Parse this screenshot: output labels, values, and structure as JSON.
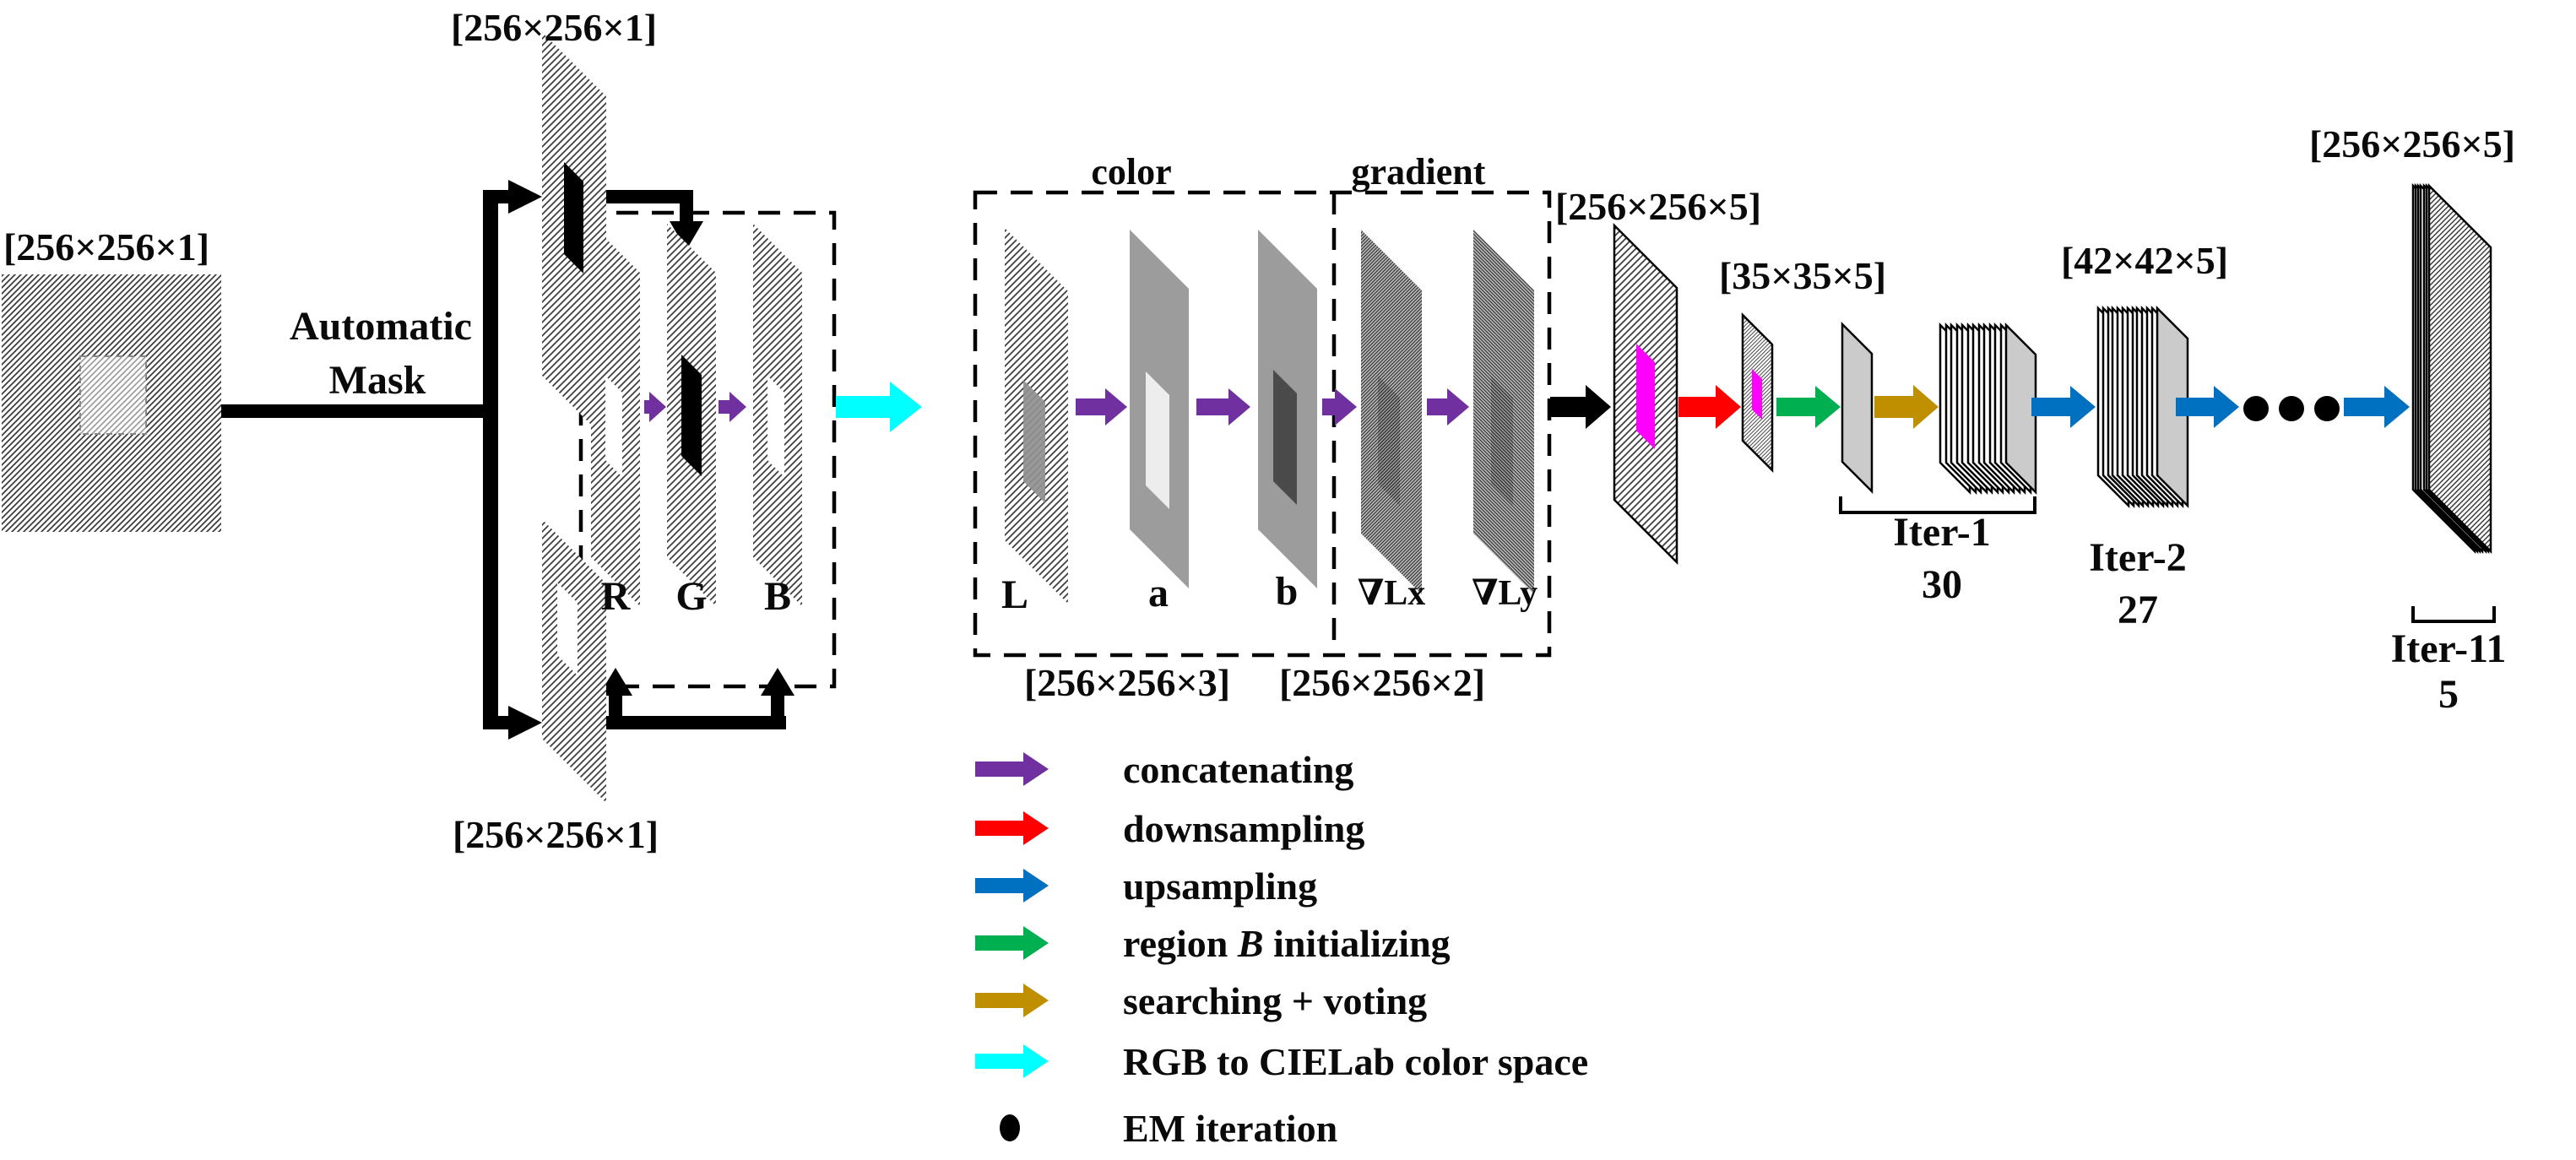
{
  "figure": {
    "input_dim": "[256×256×1]",
    "mask_label_line1": "Automatic",
    "mask_label_line2": "Mask",
    "branch_top_dim": "[256×256×1]",
    "branch_bottom_dim": "[256×256×1]",
    "rgb_channels": {
      "r": "R",
      "g": "G",
      "b": "B"
    },
    "color_section": {
      "title": "color",
      "l": "L",
      "a": "a",
      "b": "b",
      "dim": "[256×256×3]"
    },
    "gradient_section": {
      "title": "gradient",
      "gx": "∇Lx",
      "gy": "∇Ly",
      "dim": "[256×256×2]"
    },
    "feature_dim": "[256×256×5]",
    "downsampled_dim": "[35×35×5]",
    "iter1": {
      "label": "Iter-1",
      "count": "30"
    },
    "iter2": {
      "label": "Iter-2",
      "count": "27",
      "dim": "[42×42×5]"
    },
    "final": {
      "dim": "[256×256×5]",
      "label": "Iter-11",
      "count": "5"
    }
  },
  "legend": {
    "items": [
      {
        "label": "concatenating",
        "color": "#7030A0",
        "marker": "arrow"
      },
      {
        "label": "downsampling",
        "color": "#FF0000",
        "marker": "arrow"
      },
      {
        "label": "upsampling",
        "color": "#0070C0",
        "marker": "arrow"
      },
      {
        "pre": "region ",
        "b": "B",
        "post": " initializing",
        "color": "#00B050",
        "marker": "arrow"
      },
      {
        "label": "searching + voting",
        "color": "#BF8F00",
        "marker": "arrow"
      },
      {
        "label": "RGB to CIELab color space",
        "color": "#00FFFF",
        "marker": "arrow"
      },
      {
        "label": "EM iteration",
        "color": "#000000",
        "marker": "dot"
      }
    ]
  },
  "colors": {
    "concatenating": "#7030A0",
    "downsampling": "#FF0000",
    "upsampling": "#0070C0",
    "region_b_init": "#00B050",
    "searching_voting": "#BF8F00",
    "rgb_to_cielab": "#00FFFF",
    "magenta_region": "#FF00FF",
    "black": "#000000"
  }
}
